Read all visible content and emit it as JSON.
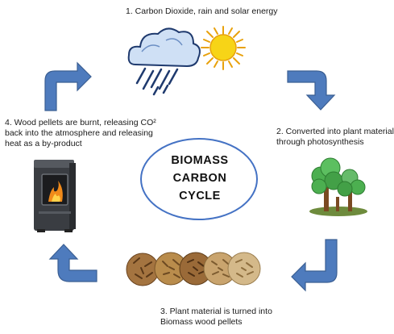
{
  "diagram": {
    "title_lines": [
      "BIOMASS",
      "CARBON",
      "CYCLE"
    ],
    "steps": [
      {
        "lines": [
          "1.   Carbon Dioxide, rain and solar energy"
        ]
      },
      {
        "lines": [
          "2.  Converted into plant material",
          "through photosynthesis"
        ]
      },
      {
        "lines": [
          "3. Plant material is turned into",
          "Biomass wood pellets"
        ]
      },
      {
        "lines": [
          "4. Wood pellets are burnt, releasing CO²",
          "back into the atmosphere and releasing",
          "heat as a by-product"
        ]
      }
    ],
    "illustrations": [
      "cloud-rain-icon",
      "sun-icon",
      "trees-icon",
      "wood-pellets-icon",
      "pellet-stove-icon"
    ],
    "colors": {
      "arrow": "#4e7bbd",
      "arrow_outline": "#3b5f93",
      "ellipse_stroke": "#4472c4",
      "sun": "#f7d417",
      "tree": "#4caf50",
      "fire": "#f08a1a"
    }
  }
}
